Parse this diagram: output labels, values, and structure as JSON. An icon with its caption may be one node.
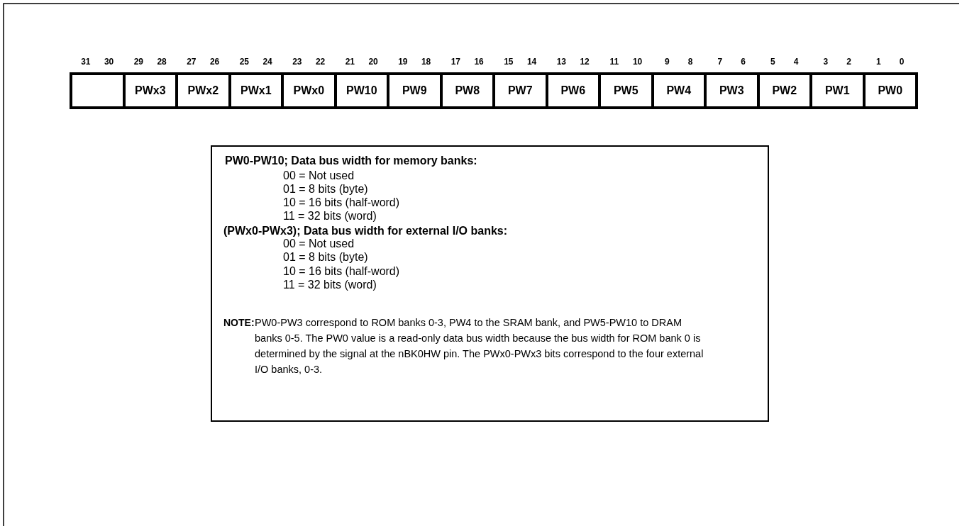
{
  "diagram": {
    "nodes": [
      {
        "text": [],
        "shape": "box"
      },
      {
        "text": [
          "PWx3"
        ]
      },
      {
        "text": [
          "PWx2"
        ]
      },
      {
        "text": [
          "PWx1"
        ]
      },
      {
        "text": [
          "PWx0"
        ]
      },
      {
        "text": [
          "PW10"
        ]
      },
      {
        "text": [
          "PW9"
        ]
      },
      {
        "text": [
          "PW8"
        ]
      },
      {
        "text": [
          "PW7"
        ]
      },
      {
        "text": [
          "PW6"
        ]
      },
      {
        "text": [
          "PW5"
        ]
      },
      {
        "text": [
          "PW4"
        ]
      },
      {
        "text": [
          "PW3"
        ]
      },
      {
        "text": [
          "PW2"
        ]
      },
      {
        "text": [
          "PW1"
        ]
      },
      {
        "text": [
          "PW0"
        ]
      },
      {
        "text": [
          "PW0-PW10; Data bus width for memory banks:",
          "00 = Not used",
          "01 = 8 bits (byte)",
          "10 = 16 bits (half-word)",
          "11 = 32 bits (word)",
          "(PWx0-PWx3); Data bus width for external I/O banks:",
          "00 = Not used",
          "01 = 8 bits (byte)",
          "10 = 16 bits (half-word)",
          "11 = 32 bits (word)",
          "NOTE:",
          "PW0-PW3 correspond to ROM banks 0-3, PW4 to the SRAM bank, and PW5-PW10 to DRAM banks 0-5. The PW0 value is a read-only data bus width because the bus width for ROM bank 0 is determined by the signal at the nBK0HW pin. The PWx0-PWx3 bits correspond to the four external I/O banks, 0-3."
        ]
      }
    ],
    "edges": [],
    "labels": [
      "31",
      "30",
      "29",
      "28",
      "27",
      "26",
      "25",
      "24",
      "23",
      "22",
      "21",
      "20",
      "19",
      "18",
      "17",
      "16",
      "15",
      "14",
      "13",
      "12",
      "11",
      "10",
      "9",
      "8",
      "7",
      "6",
      "5",
      "4",
      "3",
      "2",
      "1",
      "0"
    ]
  }
}
